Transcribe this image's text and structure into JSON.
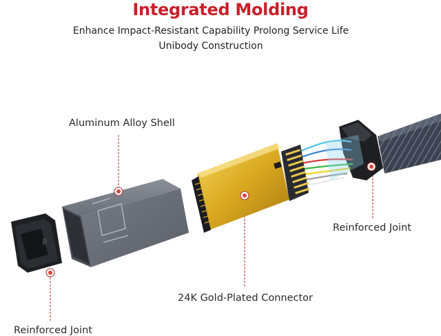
{
  "heading": {
    "title": "Integrated Molding",
    "subtitle_line1": "Enhance Impact-Resistant Capability Prolong Service Life",
    "subtitle_line2": "Unibody Construction"
  },
  "callouts": {
    "shell": "Aluminum Alloy Shell",
    "connector": "24K Gold-Plated Connector",
    "joint_right": "Reinforced Joint",
    "joint_left": "Reinforced Joint"
  },
  "colors": {
    "title_red": "#c8202a",
    "leader_red": "#b22a2a",
    "marker_red": "#e2443f",
    "shell_gray": "#6b707a",
    "gold": "#e0b420"
  }
}
